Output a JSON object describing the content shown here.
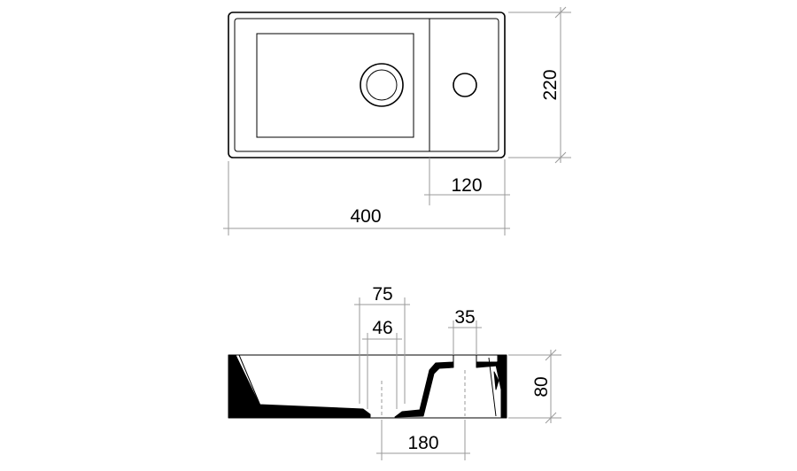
{
  "dimensions": {
    "width": "400",
    "depth": "220",
    "tap_deck": "120",
    "height": "80",
    "drain_outer": "75",
    "drain_inner": "46",
    "tap_hole": "35",
    "drain_offset": "180"
  },
  "colors": {
    "line": "#000000",
    "dimension": "#9a9a9a",
    "background": "#ffffff"
  }
}
